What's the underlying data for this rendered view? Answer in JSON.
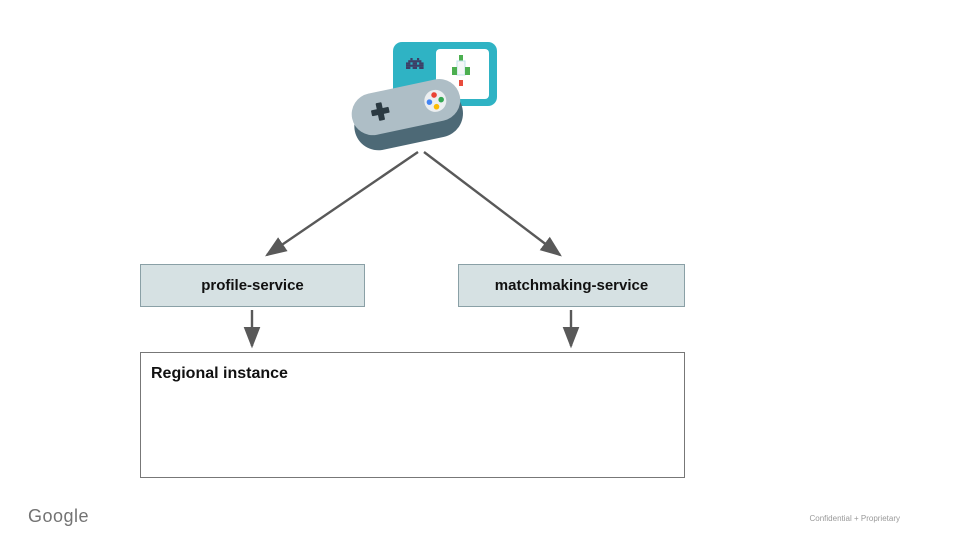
{
  "diagram": {
    "client": {
      "icon": "game-controller-icon"
    },
    "services": [
      {
        "label": "profile-service"
      },
      {
        "label": "matchmaking-service"
      }
    ],
    "regional": {
      "label": "Regional instance",
      "icon": "cloud-spanner-icon"
    }
  },
  "footer": {
    "brand": "Google",
    "note": "Confidential + Proprietary"
  },
  "colors": {
    "service_box_fill": "#d6e1e3",
    "service_box_border": "#8aa0a6",
    "arrow": "#595959",
    "screen_teal": "#2fb3c4",
    "controller_light": "#aebec6",
    "controller_dark": "#4d6976",
    "spanner_blue": "#4285f4",
    "spanner_medium": "#669df6",
    "spanner_light": "#aecbfa",
    "sprite_invader": "#3d3f66",
    "sprite_red": "#e84b3c",
    "sprite_green": "#4caf50"
  }
}
